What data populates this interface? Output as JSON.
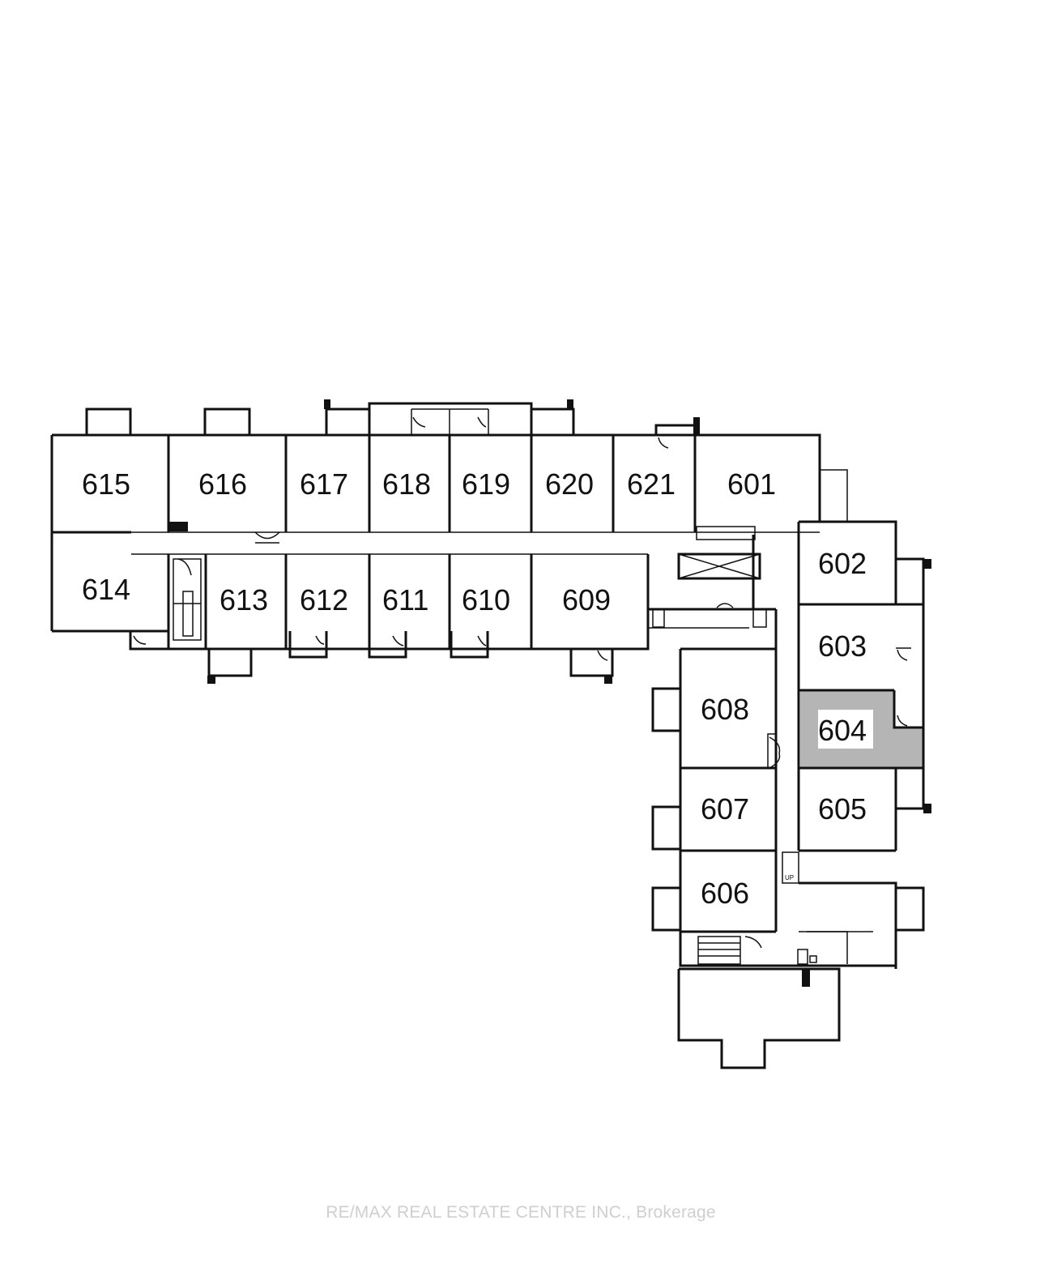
{
  "units": {
    "u601": "601",
    "u602": "602",
    "u603": "603",
    "u604": "604",
    "u605": "605",
    "u606": "606",
    "u607": "607",
    "u608": "608",
    "u609": "609",
    "u610": "610",
    "u611": "611",
    "u612": "612",
    "u613": "613",
    "u614": "614",
    "u615": "615",
    "u616": "616",
    "u617": "617",
    "u618": "618",
    "u619": "619",
    "u620": "620",
    "u621": "621"
  },
  "highlighted_unit": "604",
  "highlight_color": "#b5b5b5",
  "stair_label": "UP",
  "watermark": "RE/MAX REAL ESTATE CENTRE INC., Brokerage"
}
